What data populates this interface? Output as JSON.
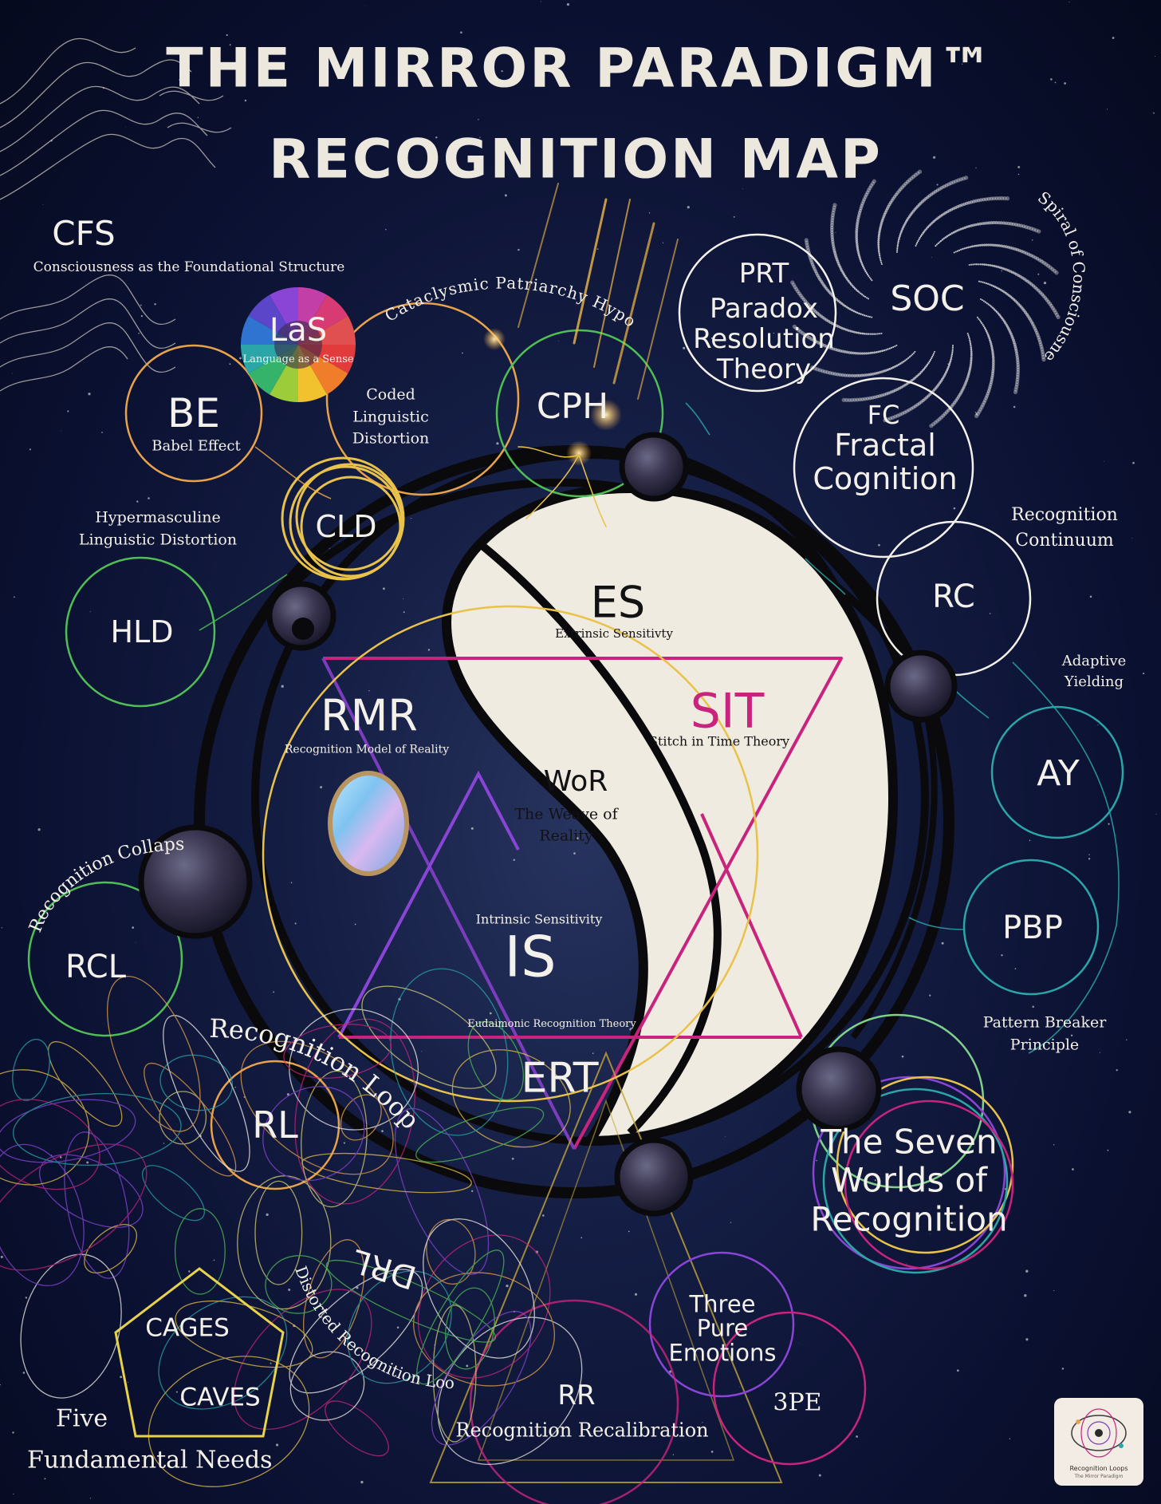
{
  "title": {
    "line1": "THE MIRROR PARADIGM™",
    "line2": "RECOGNITION MAP"
  },
  "nodes": {
    "cfs": {
      "abbr": "CFS",
      "label": "Consciousness as the Foundational Structure"
    },
    "las": {
      "abbr": "LaS",
      "label": "Language as a Sense"
    },
    "be": {
      "abbr": "BE",
      "label": "Babel Effect"
    },
    "cld": {
      "abbr": "CLD",
      "label": "Coded Linguistic Distortion"
    },
    "cph": {
      "abbr": "CPH",
      "label": "Cataclysmic Patriarchy Hypothesis"
    },
    "prt": {
      "abbr": "PRT",
      "label": "Paradox Resolution Theory"
    },
    "soc": {
      "abbr": "SOC",
      "label": "Spiral of Consciousness"
    },
    "fc": {
      "abbr": "FC",
      "label": "Fractal Cognition"
    },
    "rc": {
      "abbr": "RC",
      "label": "Recognition Continuum"
    },
    "hld": {
      "abbr": "HLD",
      "label": "Hypermasculine Linguistic Distortion"
    },
    "es": {
      "abbr": "ES",
      "label": "Extrinsic Sensitivty"
    },
    "sit": {
      "abbr": "SIT",
      "label": "Stitch in Time Theory"
    },
    "rmr": {
      "abbr": "RMR",
      "label": "Recognition Model of Reality"
    },
    "wor": {
      "abbr": "WoR",
      "label": "The Weave of Reality"
    },
    "is": {
      "abbr": "IS",
      "label": "Intrinsic Sensitivity"
    },
    "ert": {
      "abbr": "ERT",
      "label": "Eudaimonic Recognition Theory"
    },
    "ay": {
      "abbr": "AY",
      "label": "Adaptive Yielding"
    },
    "pbp": {
      "abbr": "PBP",
      "label": "Pattern Breaker Principle"
    },
    "rcl": {
      "abbr": "RCL",
      "label": "Recognition Collapse"
    },
    "rl": {
      "abbr": "RL",
      "label": "Recognition Loops"
    },
    "drl": {
      "abbr": "DRL",
      "label": "Distorted Recognition Loops"
    },
    "sw": {
      "label": "The Seven Worlds of Recognition"
    },
    "tpe": {
      "abbr": "3PE",
      "label": "Three Pure Emotions"
    },
    "rr": {
      "abbr": "RR",
      "label": "Recognition Recalibration"
    },
    "cages": {
      "abbr": "CAGES"
    },
    "caves": {
      "abbr": "CAVES"
    },
    "ffn": {
      "line1": "Five",
      "line2": "Fundamental Needs"
    }
  },
  "logo": {
    "line1": "Recognition Loops",
    "line2": "The Mirror Paradigm"
  },
  "colors": {
    "background": "#0b1230",
    "moon": "#f0ebe0",
    "pink": "#c8247e",
    "orange": "#e8a34a",
    "gold": "#e8c24a",
    "teal": "#2aa6a8",
    "green": "#4fbf55",
    "purple": "#8a45d6",
    "white": "#f4f1ea"
  }
}
